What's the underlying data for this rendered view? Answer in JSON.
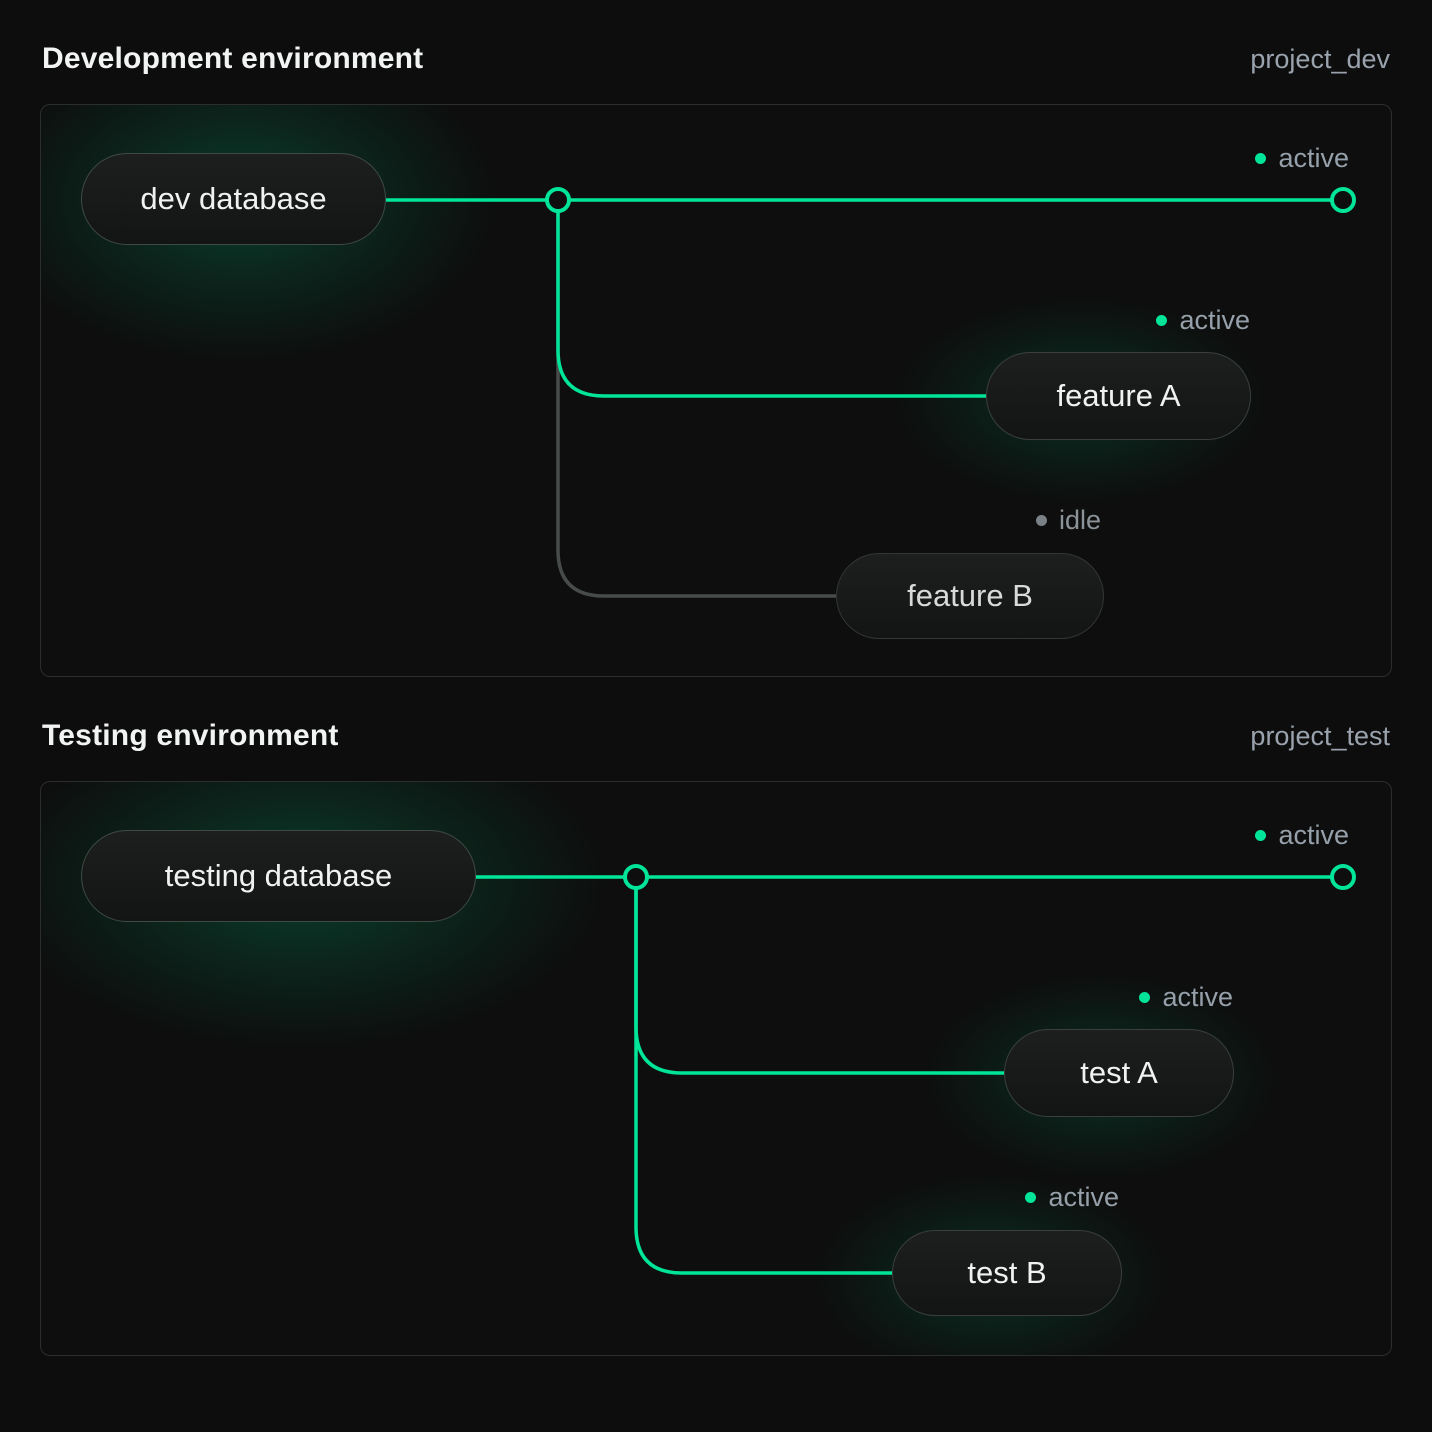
{
  "colors": {
    "accent": "#00e599",
    "idle_line": "#474b49",
    "status_text": "#96a0aa"
  },
  "sections": [
    {
      "title": "Development environment",
      "project": "project_dev",
      "root_label": "dev database",
      "trunk_status": {
        "label": "active",
        "state": "active"
      },
      "branches": [
        {
          "label": "feature A",
          "status": {
            "label": "active",
            "state": "active"
          }
        },
        {
          "label": "feature B",
          "status": {
            "label": "idle",
            "state": "idle"
          }
        }
      ]
    },
    {
      "title": "Testing environment",
      "project": "project_test",
      "root_label": "testing database",
      "trunk_status": {
        "label": "active",
        "state": "active"
      },
      "branches": [
        {
          "label": "test A",
          "status": {
            "label": "active",
            "state": "active"
          }
        },
        {
          "label": "test B",
          "status": {
            "label": "active",
            "state": "active"
          }
        }
      ]
    }
  ]
}
